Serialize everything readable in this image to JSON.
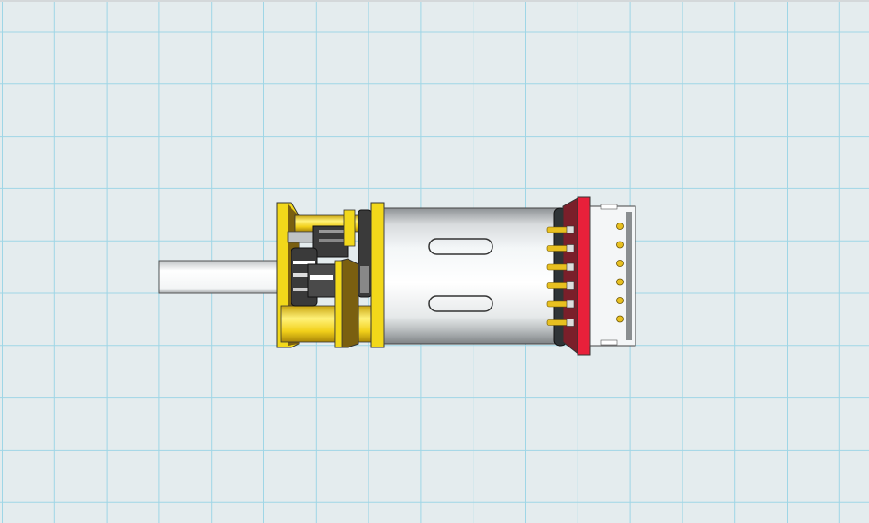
{
  "viewport": {
    "background_color": "#e4ecee",
    "grid_color": "#9fd6e6",
    "grid_visible": true
  },
  "model": {
    "parts": [
      "output-shaft",
      "gearbox-plate",
      "gears",
      "gearbox-spacer-posts",
      "motor-can",
      "end-cap",
      "encoder-board",
      "connector-header",
      "connector-pins"
    ],
    "colors": {
      "gearbox": "#f2d81a",
      "gearbox_dark": "#7a5f10",
      "motor_can": "#c9cdd0",
      "encoder_board": "#e8203a",
      "encoder_board_dark": "#7a1f2a",
      "gears": "#3a3a3a",
      "pins": "#e8c020"
    }
  }
}
